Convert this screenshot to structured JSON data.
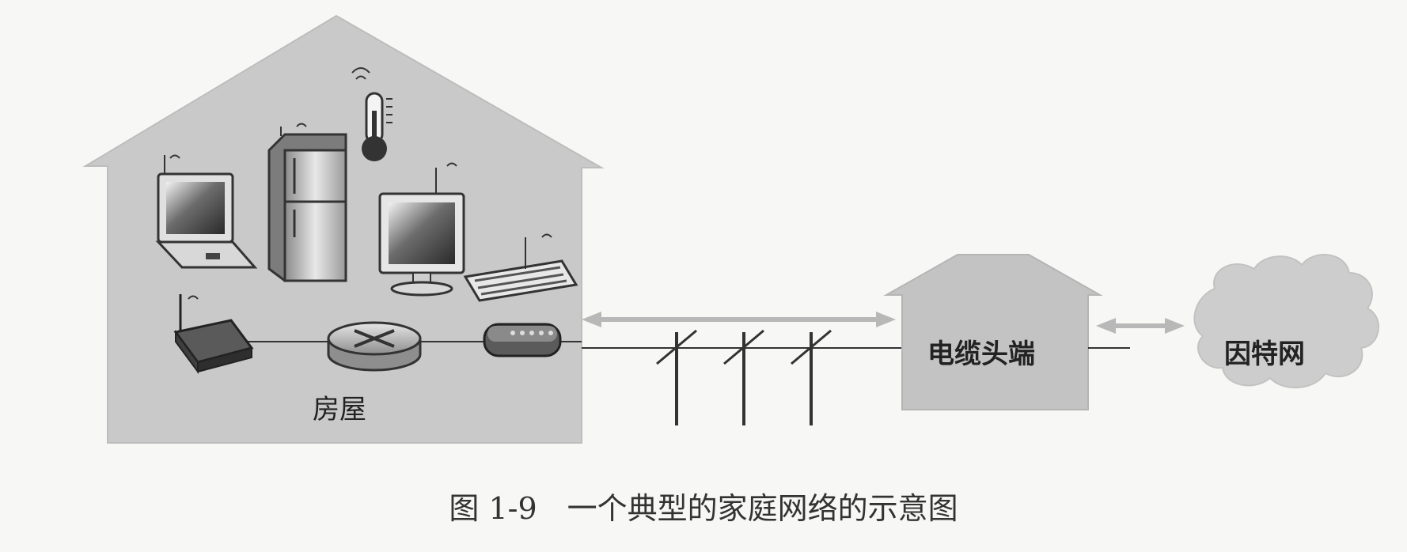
{
  "labels": {
    "house": "房屋",
    "cable_headend": "电缆头端",
    "internet": "因特网"
  },
  "caption": "图 1-9　一个典型的家庭网络的示意图",
  "devices": [
    "laptop-icon",
    "refrigerator-icon",
    "thermometer-icon",
    "desktop-monitor-icon",
    "keyboard-icon",
    "wireless-access-point-icon",
    "router-icon",
    "cable-modem-icon",
    "utility-pole-icon",
    "cloud-icon"
  ],
  "colors": {
    "house_fill": "#c9c9c9",
    "headend_fill": "#c3c3c3",
    "cloud_fill": "#cdcdcd",
    "arrow": "#b8b8b8",
    "line": "#333333"
  }
}
